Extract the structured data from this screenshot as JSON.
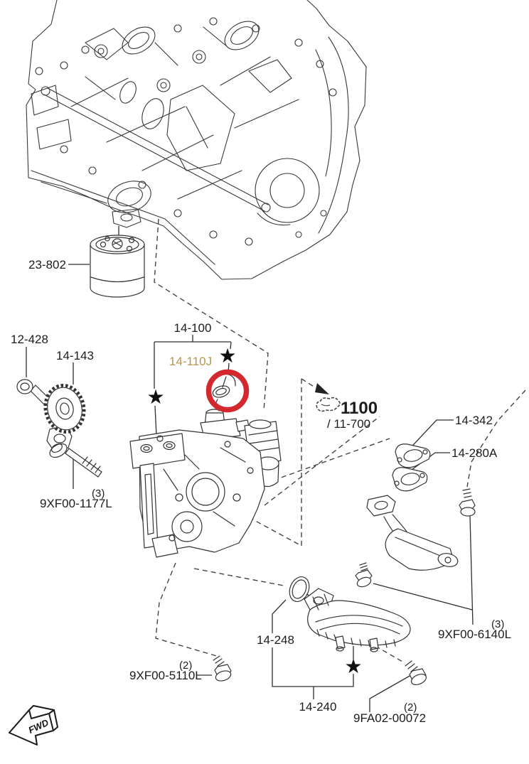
{
  "diagram": {
    "kind": "engine-oil-pump-parts-diagram",
    "background_color": "#ffffff",
    "line_color": "#383838",
    "marker_glyph": "★",
    "fwd_label": "FWD",
    "highlight": {
      "part": "14-110J",
      "circle_color": "#d2282e",
      "label_color": "#b5954f"
    },
    "ref_callout": {
      "code": "1100",
      "sub_code": "/ 11-700"
    },
    "labels": [
      {
        "text": "23-802"
      },
      {
        "text": "12-428"
      },
      {
        "text": "14-143"
      },
      {
        "text": "14-100"
      },
      {
        "text": "14-110J",
        "highlighted": true
      },
      {
        "text": "9XF00-1177L",
        "qty": "(3)"
      },
      {
        "text": "14-342"
      },
      {
        "text": "14-280A"
      },
      {
        "text": "9XF00-6140L",
        "qty": "(3)"
      },
      {
        "text": "14-248"
      },
      {
        "text": "14-240"
      },
      {
        "text": "9XF00-5110L",
        "qty": "(2)"
      },
      {
        "text": "9FA02-00072",
        "qty": "(2)"
      }
    ]
  }
}
